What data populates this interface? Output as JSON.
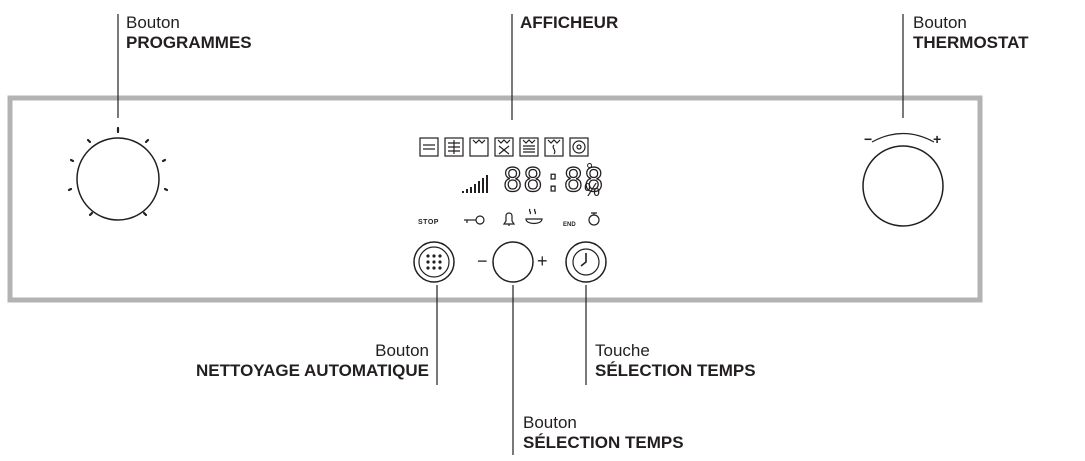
{
  "labels": {
    "programmes": {
      "line1": "Bouton",
      "line2": "PROGRAMMES"
    },
    "afficheur": {
      "line1": "AFFICHEUR"
    },
    "thermostat": {
      "line1": "Bouton",
      "line2": "THERMOSTAT"
    },
    "nettoyage": {
      "line1": "Bouton",
      "line2": "NETTOYAGE AUTOMATIQUE"
    },
    "touche_temps": {
      "line1": "Touche",
      "line2": "SÉLECTION TEMPS"
    },
    "bouton_temps": {
      "line1": "Bouton",
      "line2": "SÉLECTION TEMPS"
    }
  },
  "display": {
    "digits": "88:88",
    "unit_top": "°",
    "unit_bottom": "%",
    "stop": "STOP",
    "end": "END"
  },
  "knob_signs": {
    "minus": "−",
    "plus": "+"
  },
  "colors": {
    "panel_border": "#b3b3b3",
    "ink": "#231f20"
  }
}
